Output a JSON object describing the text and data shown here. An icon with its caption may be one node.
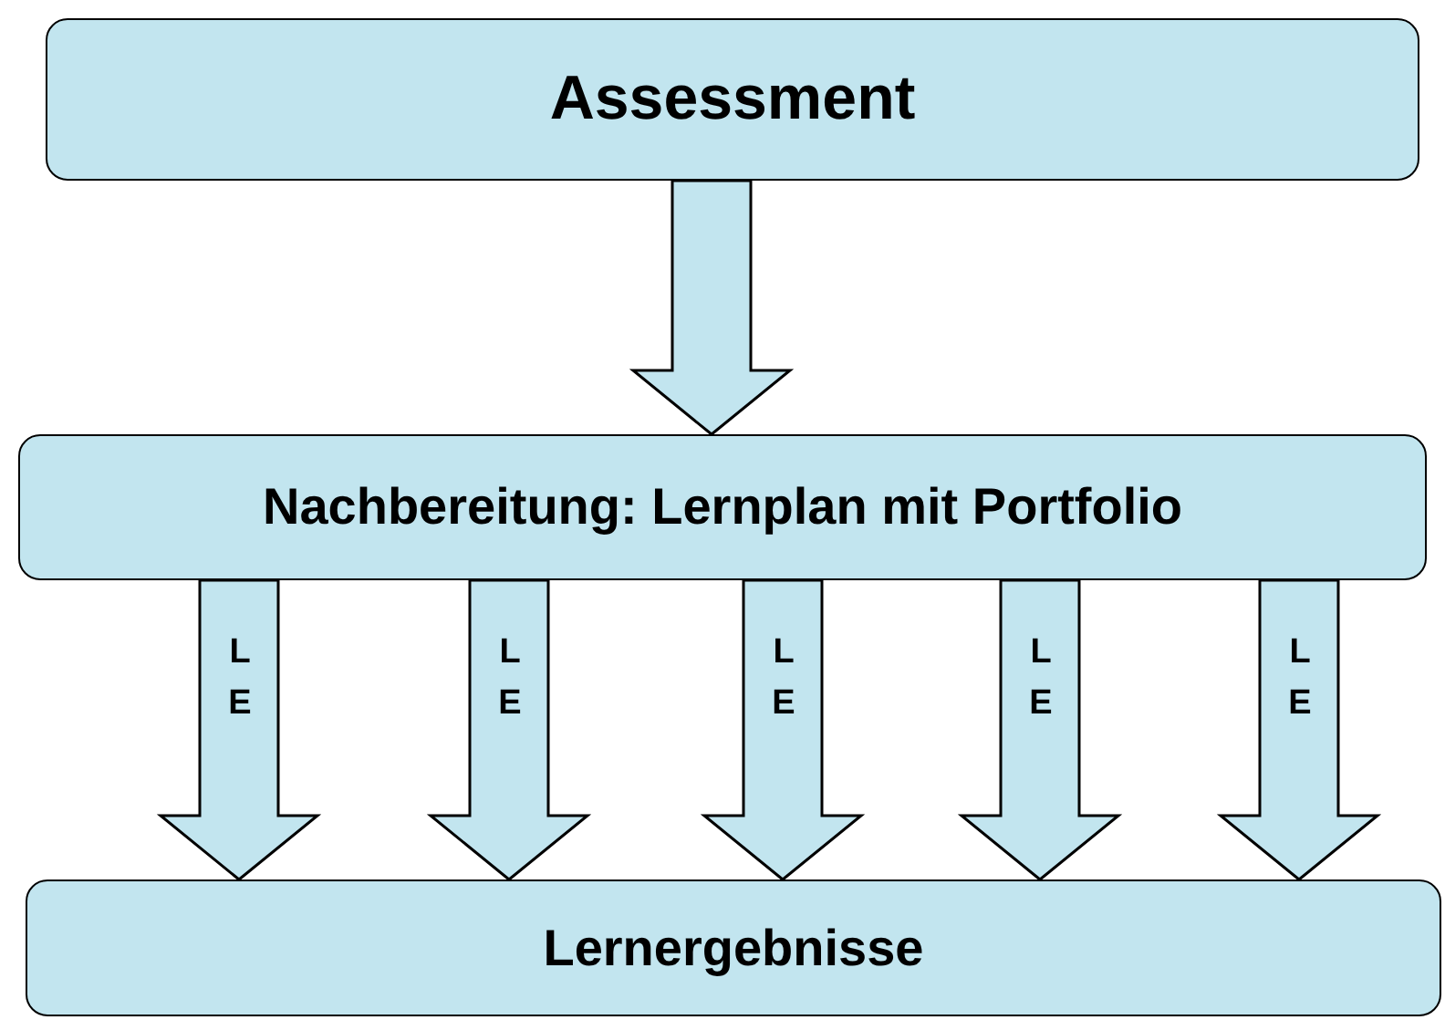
{
  "diagram": {
    "nodes": [
      {
        "text": [
          "Assessment"
        ]
      },
      {
        "text": [
          "Nachbereitung: Lernplan mit Portfolio"
        ]
      },
      {
        "text": [
          "Lernergebnisse"
        ]
      }
    ],
    "edges": [
      {
        "from": 0,
        "to": 1,
        "arrow": "to"
      },
      {
        "from": 1,
        "to": 2,
        "arrow": "to",
        "label": "L E"
      },
      {
        "from": 1,
        "to": 2,
        "arrow": "to",
        "label": "L E"
      },
      {
        "from": 1,
        "to": 2,
        "arrow": "to",
        "label": "L E"
      },
      {
        "from": 1,
        "to": 2,
        "arrow": "to",
        "label": "L E"
      },
      {
        "from": 1,
        "to": 2,
        "arrow": "to",
        "label": "L E"
      }
    ]
  }
}
